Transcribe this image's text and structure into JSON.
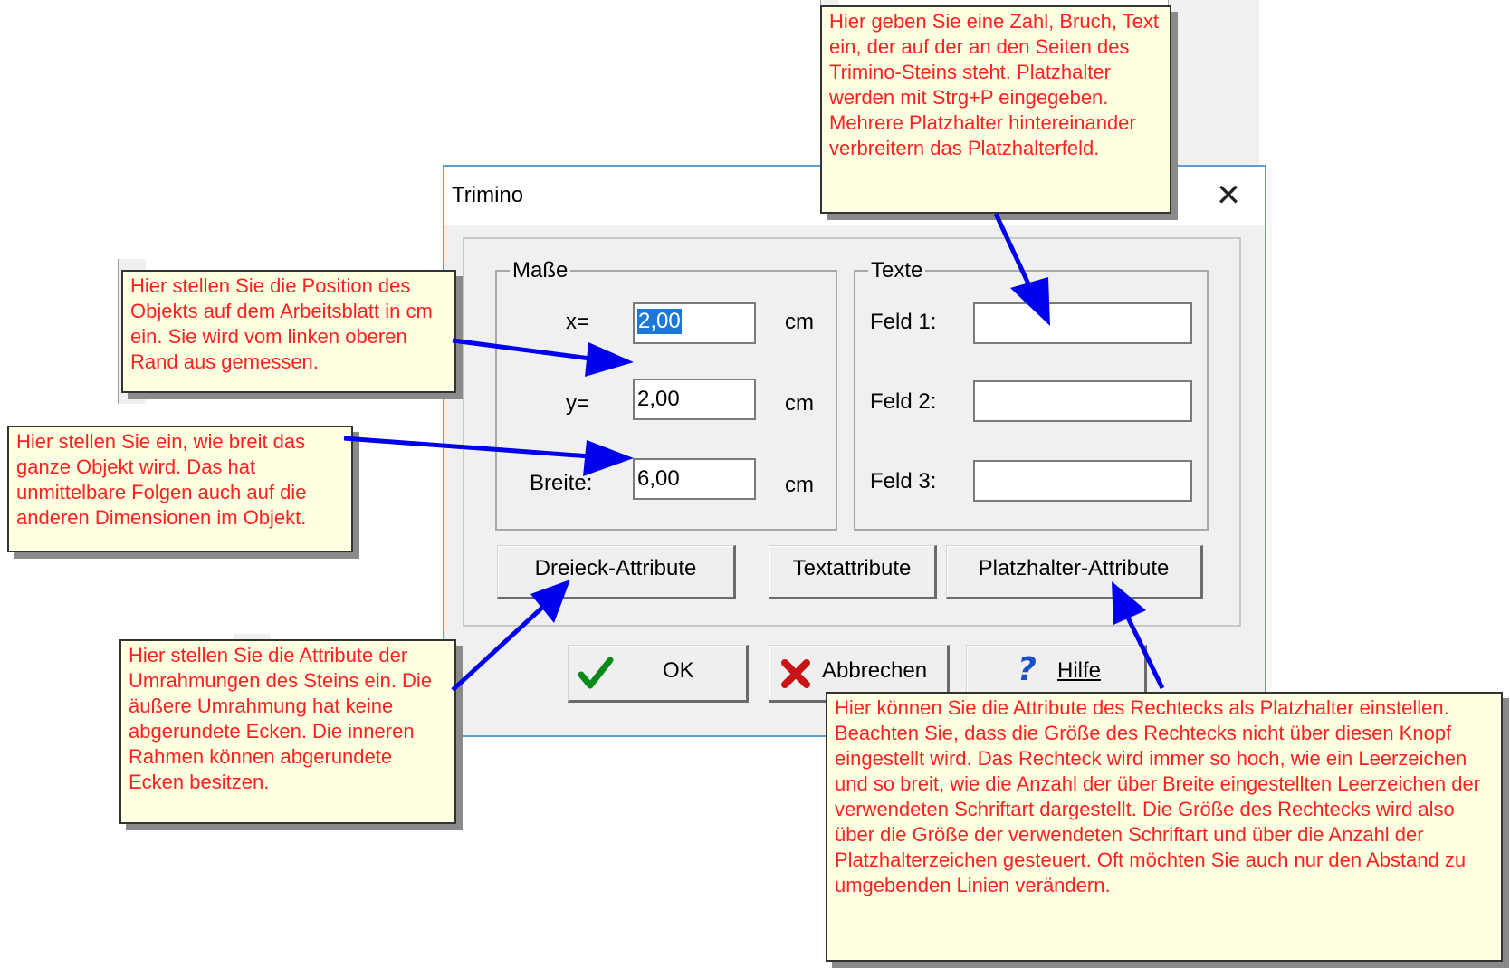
{
  "dialog": {
    "title": "Trimino",
    "close_glyph": "✕",
    "masse": {
      "legend": "Maße",
      "x_label": "x=",
      "x_value": "2,00",
      "y_label": "y=",
      "y_value": "2,00",
      "breite_label": "Breite:",
      "breite_value": "6,00",
      "unit": "cm"
    },
    "texte": {
      "legend": "Texte",
      "feld1_label": "Feld 1:",
      "feld2_label": "Feld 2:",
      "feld3_label": "Feld 3:",
      "feld1_value": "",
      "feld2_value": "",
      "feld3_value": ""
    },
    "buttons": {
      "dreieck": "Dreieck-Attribute",
      "text": "Textattribute",
      "platzhalter": "Platzhalter-Attribute",
      "ok": "OK",
      "abbrechen": "Abbrechen",
      "hilfe": "Hilfe"
    },
    "icons": {
      "ok": "checkmark-icon",
      "abbrechen": "x-mark-icon",
      "hilfe": "question-mark-icon"
    }
  },
  "callouts": {
    "texte_feld": "Hier geben Sie eine Zahl, Bruch, Text ein, der auf der an den Seiten des Trimino-Steins steht. Platzhalter werden mit Strg+P eingegeben. Mehrere Platzhalter hintereinander verbreitern das Platzhalterfeld.",
    "position": "Hier stellen Sie die Position des Objekts auf dem Arbeitsblatt in cm ein. Sie wird vom linken oberen Rand aus gemessen.",
    "breite": "Hier stellen Sie ein, wie breit das ganze Objekt wird. Das hat unmittelbare Folgen auch auf die anderen Dimensionen im Objekt.",
    "dreieck": "Hier stellen Sie die Attribute der Umrahmungen des Steins ein. Die äußere Umrahmung hat keine abgerundete Ecken. Die inneren Rahmen können abgerundete Ecken besitzen.",
    "platzhalter": "Hier können Sie die Attribute des Rechtecks als Platzhalter einstellen. Beachten Sie, dass die Größe des Rechtecks nicht über diesen Knopf eingestellt wird. Das Rechteck wird immer so hoch, wie ein Leerzeichen und so breit, wie die Anzahl der über Breite eingestellten Leerzeichen der verwendeten Schriftart dargestellt. Die Größe des Rechtecks wird also über die Größe der verwendeten Schriftart und über die Anzahl der Platzhalterzeichen gesteuert. Oft möchten Sie auch nur den Abstand zu umgebenden Linien verändern."
  },
  "colors": {
    "callout_text": "#ff2020",
    "callout_bg": "#ffffe2",
    "arrow": "#0000ee",
    "dialog_border": "#5e9ed6",
    "selection": "#1e78d8"
  }
}
